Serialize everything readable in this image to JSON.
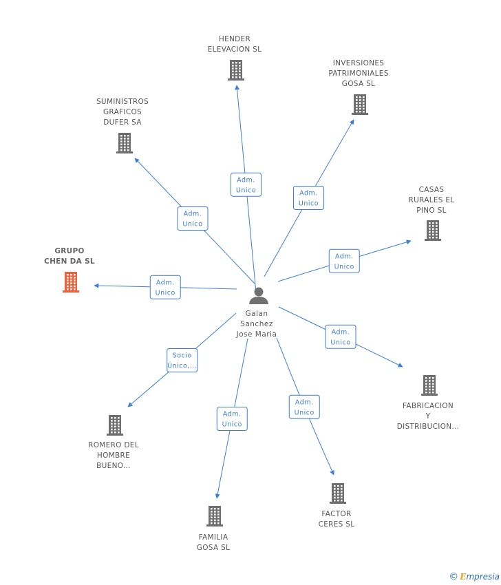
{
  "center": {
    "lines": [
      "Galan",
      "Sanchez",
      "Jose Maria"
    ]
  },
  "companies": [
    {
      "id": "hender",
      "lines": [
        "HENDER",
        "ELEVACION SL"
      ],
      "highlight": false
    },
    {
      "id": "inversiones",
      "lines": [
        "INVERSIONES",
        "PATRIMONIALES",
        "GOSA SL"
      ],
      "highlight": false
    },
    {
      "id": "suministros",
      "lines": [
        "SUMINISTROS",
        "GRAFICOS",
        "DUFER SA"
      ],
      "highlight": false
    },
    {
      "id": "casas",
      "lines": [
        "CASAS",
        "RURALES EL",
        "PINO SL"
      ],
      "highlight": false
    },
    {
      "id": "grupo",
      "lines": [
        "GRUPO",
        "CHEN DA SL"
      ],
      "highlight": true
    },
    {
      "id": "fabricacion",
      "lines": [
        "FABRICACION",
        "Y",
        "DISTRIBUCION..."
      ],
      "highlight": false
    },
    {
      "id": "romero",
      "lines": [
        "ROMERO DEL",
        "HOMBRE",
        "BUENO..."
      ],
      "highlight": false
    },
    {
      "id": "factor",
      "lines": [
        "FACTOR",
        "CERES SL"
      ],
      "highlight": false
    },
    {
      "id": "familia",
      "lines": [
        "FAMILIA",
        "GOSA SL"
      ],
      "highlight": false
    }
  ],
  "edges": [
    {
      "to": "hender",
      "lines": [
        "Adm.",
        "Unico"
      ]
    },
    {
      "to": "inversiones",
      "lines": [
        "Adm.",
        "Unico"
      ]
    },
    {
      "to": "suministros",
      "lines": [
        "Adm.",
        "Unico"
      ]
    },
    {
      "to": "casas",
      "lines": [
        "Adm.",
        "Unico"
      ]
    },
    {
      "to": "grupo",
      "lines": [
        "Adm.",
        "Unico"
      ]
    },
    {
      "to": "fabricacion",
      "lines": [
        "Adm.",
        "Unico"
      ]
    },
    {
      "to": "romero",
      "lines": [
        "Socio",
        "Único,..."
      ]
    },
    {
      "to": "factor",
      "lines": [
        "Adm.",
        "Unico"
      ]
    },
    {
      "to": "familia",
      "lines": [
        "Adm.",
        "Unico"
      ]
    }
  ],
  "colors": {
    "edge": "#3b7dd8",
    "building": "#6e6e6e",
    "building_highlight": "#f0603a",
    "person": "#707070"
  },
  "footer": {
    "copyright_symbol": "©",
    "brand_initial": "E",
    "brand_rest": "mpresia"
  }
}
